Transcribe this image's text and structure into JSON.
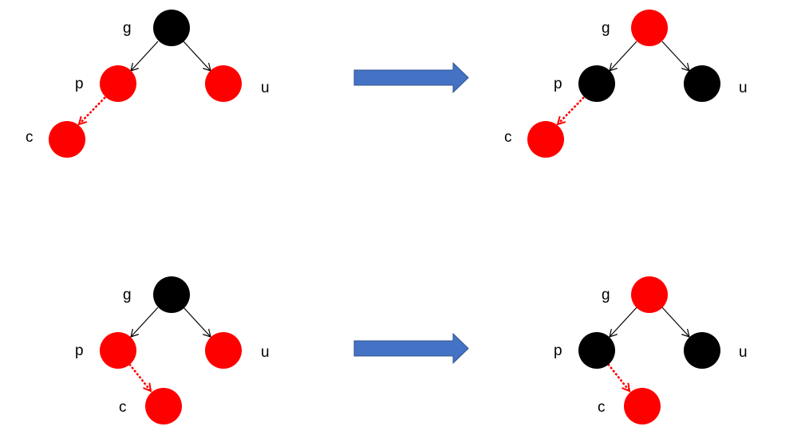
{
  "colors": {
    "red": "#ff0000",
    "black": "#000000",
    "arrow_fill": "#4472c4",
    "arrow_stroke": "#2f528f",
    "link_dotted": "#ff0000",
    "link_solid": "#000000"
  },
  "diagrams": [
    {
      "id": "top-left",
      "nodes": {
        "g": {
          "label": "g",
          "color": "black"
        },
        "p": {
          "label": "p",
          "color": "red"
        },
        "u": {
          "label": "u",
          "color": "red"
        },
        "c": {
          "label": "c",
          "color": "red"
        }
      }
    },
    {
      "id": "top-right",
      "nodes": {
        "g": {
          "label": "g",
          "color": "red"
        },
        "p": {
          "label": "p",
          "color": "black"
        },
        "u": {
          "label": "u",
          "color": "black"
        },
        "c": {
          "label": "c",
          "color": "red"
        }
      }
    },
    {
      "id": "bottom-left",
      "nodes": {
        "g": {
          "label": "g",
          "color": "black"
        },
        "p": {
          "label": "p",
          "color": "red"
        },
        "u": {
          "label": "u",
          "color": "red"
        },
        "c": {
          "label": "c",
          "color": "red"
        }
      }
    },
    {
      "id": "bottom-right",
      "nodes": {
        "g": {
          "label": "g",
          "color": "red"
        },
        "p": {
          "label": "p",
          "color": "black"
        },
        "u": {
          "label": "u",
          "color": "black"
        },
        "c": {
          "label": "c",
          "color": "red"
        }
      }
    }
  ]
}
